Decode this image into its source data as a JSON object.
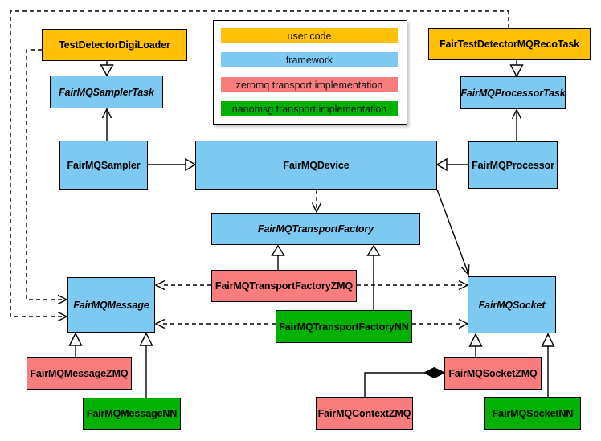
{
  "diagram": {
    "colors": {
      "user_code": "#FFC107",
      "framework": "#7CC9F2",
      "zeromq": "#F97D7D",
      "nanomsg": "#02B102"
    },
    "legend": {
      "items": [
        {
          "label": "user code",
          "color_key": "user_code"
        },
        {
          "label": "framework",
          "color_key": "framework"
        },
        {
          "label": "zeromq transport implementation",
          "color_key": "zeromq"
        },
        {
          "label": "nanomsg transport implementation",
          "color_key": "nanomsg"
        }
      ]
    },
    "boxes": {
      "digi_loader": {
        "label": "TestDetectorDigiLoader",
        "category": "user_code",
        "abstract": false
      },
      "reco_task": {
        "label": "FairTestDetectorMQRecoTask",
        "category": "user_code",
        "abstract": false
      },
      "sampler_task": {
        "label": "FairMQSamplerTask",
        "category": "framework",
        "abstract": true
      },
      "processor_task": {
        "label": "FairMQProcessorTask",
        "category": "framework",
        "abstract": true
      },
      "sampler": {
        "label": "FairMQSampler",
        "category": "framework",
        "abstract": false
      },
      "device": {
        "label": "FairMQDevice",
        "category": "framework",
        "abstract": false
      },
      "processor": {
        "label": "FairMQProcessor",
        "category": "framework",
        "abstract": false
      },
      "transport_factory": {
        "label": "FairMQTransportFactory",
        "category": "framework",
        "abstract": true
      },
      "transport_factory_zmq": {
        "label": "FairMQTransportFactoryZMQ",
        "category": "zeromq",
        "abstract": false
      },
      "transport_factory_nn": {
        "label": "FairMQTransportFactoryNN",
        "category": "nanomsg",
        "abstract": false
      },
      "message": {
        "label": "FairMQMessage",
        "category": "framework",
        "abstract": true
      },
      "socket": {
        "label": "FairMQSocket",
        "category": "framework",
        "abstract": true
      },
      "message_zmq": {
        "label": "FairMQMessageZMQ",
        "category": "zeromq",
        "abstract": false
      },
      "message_nn": {
        "label": "FairMQMessageNN",
        "category": "nanomsg",
        "abstract": false
      },
      "context_zmq": {
        "label": "FairMQContextZMQ",
        "category": "zeromq",
        "abstract": false
      },
      "socket_zmq": {
        "label": "FairMQSocketZMQ",
        "category": "zeromq",
        "abstract": false
      },
      "socket_nn": {
        "label": "FairMQSocketNN",
        "category": "nanomsg",
        "abstract": false
      }
    },
    "relationships": [
      {
        "from": "TestDetectorDigiLoader",
        "to": "FairMQSamplerTask",
        "type": "inheritance"
      },
      {
        "from": "FairTestDetectorMQRecoTask",
        "to": "FairMQProcessorTask",
        "type": "inheritance"
      },
      {
        "from": "FairMQSampler",
        "to": "FairMQDevice",
        "type": "inheritance"
      },
      {
        "from": "FairMQProcessor",
        "to": "FairMQDevice",
        "type": "inheritance"
      },
      {
        "from": "FairMQSampler",
        "to": "FairMQSamplerTask",
        "type": "association"
      },
      {
        "from": "FairMQProcessor",
        "to": "FairMQProcessorTask",
        "type": "association"
      },
      {
        "from": "FairMQDevice",
        "to": "FairMQTransportFactory",
        "type": "dependency"
      },
      {
        "from": "FairMQDevice",
        "to": "FairMQSocket",
        "type": "association"
      },
      {
        "from": "FairMQTransportFactoryZMQ",
        "to": "FairMQTransportFactory",
        "type": "inheritance"
      },
      {
        "from": "FairMQTransportFactoryNN",
        "to": "FairMQTransportFactory",
        "type": "inheritance"
      },
      {
        "from": "FairMQTransportFactoryZMQ",
        "to": "FairMQMessage",
        "type": "dependency"
      },
      {
        "from": "FairMQTransportFactoryZMQ",
        "to": "FairMQSocket",
        "type": "dependency"
      },
      {
        "from": "FairMQTransportFactoryNN",
        "to": "FairMQMessage",
        "type": "dependency"
      },
      {
        "from": "FairMQTransportFactoryNN",
        "to": "FairMQSocket",
        "type": "dependency"
      },
      {
        "from": "TestDetectorDigiLoader",
        "to": "FairMQMessage",
        "type": "dependency"
      },
      {
        "from": "FairTestDetectorMQRecoTask",
        "to": "FairMQMessage",
        "type": "dependency"
      },
      {
        "from": "FairMQMessageZMQ",
        "to": "FairMQMessage",
        "type": "inheritance"
      },
      {
        "from": "FairMQMessageNN",
        "to": "FairMQMessage",
        "type": "inheritance"
      },
      {
        "from": "FairMQSocketZMQ",
        "to": "FairMQSocket",
        "type": "inheritance"
      },
      {
        "from": "FairMQSocketNN",
        "to": "FairMQSocket",
        "type": "inheritance"
      },
      {
        "from": "FairMQContextZMQ",
        "to": "FairMQSocketZMQ",
        "type": "composition"
      }
    ]
  }
}
